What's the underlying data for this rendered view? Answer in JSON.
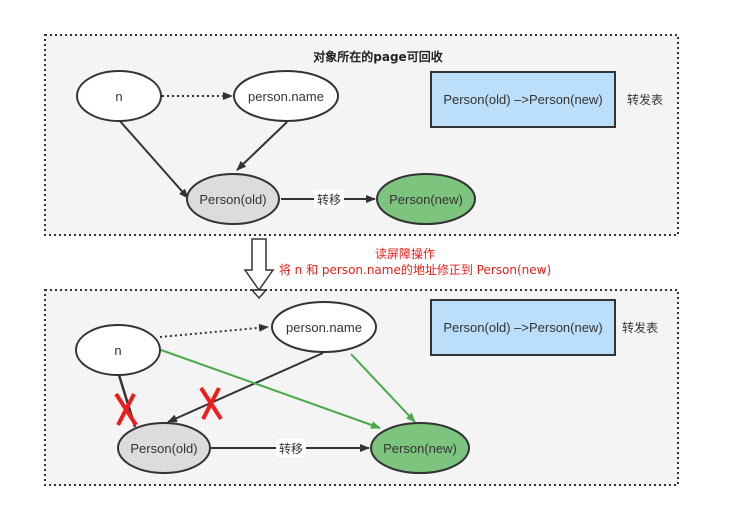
{
  "colors": {
    "panel_bg": "#f4f4f4",
    "panel_border": "#333333",
    "node_white": "#ffffff",
    "node_old": "#dcdcdc",
    "node_new": "#7dc57e",
    "table_fill": "#bbdefa",
    "edge_dark": "#333333",
    "edge_green": "#4aaa4a",
    "cross_red": "#f01c1c",
    "annotation_red": "#e8201a"
  },
  "top_panel": {
    "title": "对象所在的page可回收",
    "nodes": {
      "n": "n",
      "person_name": "person.name",
      "person_old": "Person(old)",
      "person_new": "Person(new)"
    },
    "edge_label_move": "转移",
    "forwarding_table": {
      "entry": "Person(old) –>Person(new)",
      "label": "转发表"
    }
  },
  "transition": {
    "line1": "读屏障操作",
    "line2": "将 n 和 person.name的地址修正到 Person(new)"
  },
  "bottom_panel": {
    "nodes": {
      "n": "n",
      "person_name": "person.name",
      "person_old": "Person(old)",
      "person_new": "Person(new)"
    },
    "edge_label_move": "转移",
    "forwarding_table": {
      "entry": "Person(old) –>Person(new)",
      "label": "转发表"
    }
  }
}
